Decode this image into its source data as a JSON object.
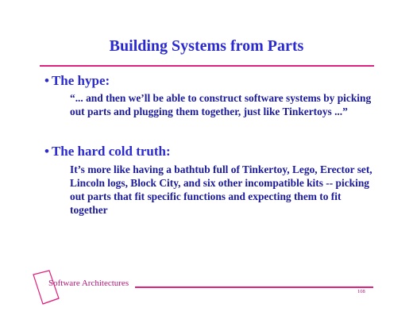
{
  "slide": {
    "title": "Building Systems from Parts",
    "bullets": [
      {
        "marker": "•",
        "heading": "The hype:",
        "body": "“... and then we’ll be able to construct software systems by picking out parts and plugging them together, just like Tinkertoys ...”"
      },
      {
        "marker": "•",
        "heading": "The hard cold truth:",
        "body": "It’s more like having a bathtub full of Tinkertoy, Lego, Erector set, Lincoln logs, Block City, and six other incompatible kits -- picking out parts that fit specific functions and expecting them to fit together"
      }
    ],
    "footer": {
      "course": "Software Architectures",
      "page_number": "108"
    }
  },
  "colors": {
    "title": "#2a2ad0",
    "body": "#1a1a9a",
    "accent": "#e0207e",
    "footer_text": "#b0167a"
  },
  "icons": [
    "bullet-dot-icon",
    "slanted-frame-logo-icon"
  ]
}
